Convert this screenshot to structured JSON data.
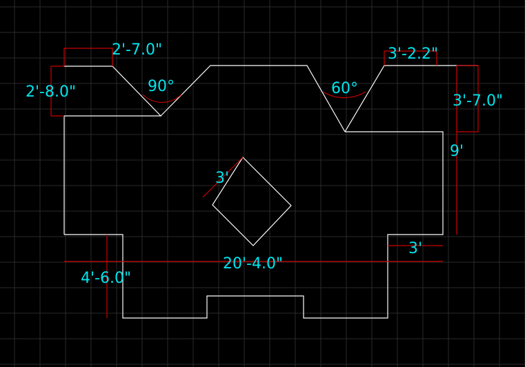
{
  "colors": {
    "background": "#000000",
    "grid": "#2a2a2a",
    "geometry": "#ffffff",
    "dimension_line": "#cc0000",
    "dimension_text": "#00e5ee"
  },
  "dimensions": {
    "top_left_width": "2'-7.0\"",
    "left_height": "2'-8.0\"",
    "left_notch_angle": "90°",
    "right_notch_angle": "60°",
    "top_right_width": "3'-2.2\"",
    "right_height": "3'-7.0\"",
    "right_side_height": "9'",
    "square_side": "3'",
    "overall_width": "20'-4.0\"",
    "right_tab_width": "3'",
    "left_tab_height": "4'-6.0\""
  }
}
